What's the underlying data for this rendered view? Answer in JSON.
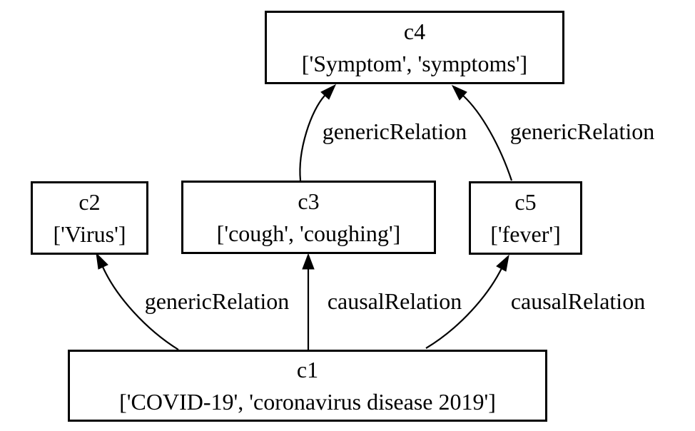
{
  "diagram": {
    "type": "concept-graph",
    "background_color": "#ffffff",
    "node_border_color": "#000000",
    "edge_color": "#000000",
    "text_color": "#000000",
    "nodes": [
      {
        "id": "c1",
        "label": "c1",
        "terms": "['COVID-19', 'coronavirus disease 2019']"
      },
      {
        "id": "c2",
        "label": "c2",
        "terms": "['Virus']"
      },
      {
        "id": "c3",
        "label": "c3",
        "terms": "['cough', 'coughing']"
      },
      {
        "id": "c4",
        "label": "c4",
        "terms": "['Symptom', 'symptoms']"
      },
      {
        "id": "c5",
        "label": "c5",
        "terms": "['fever']"
      }
    ],
    "edges": [
      {
        "from": "c3",
        "to": "c4",
        "label": "genericRelation"
      },
      {
        "from": "c5",
        "to": "c4",
        "label": "genericRelation"
      },
      {
        "from": "c1",
        "to": "c2",
        "label": "genericRelation"
      },
      {
        "from": "c1",
        "to": "c3",
        "label": "causalRelation"
      },
      {
        "from": "c1",
        "to": "c5",
        "label": "causalRelation"
      }
    ]
  }
}
